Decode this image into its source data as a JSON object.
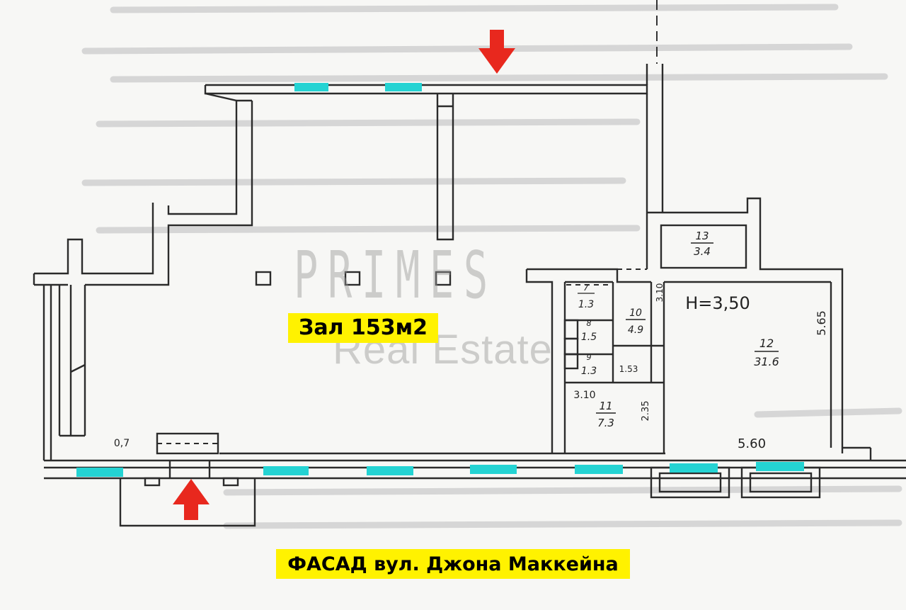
{
  "labels": {
    "hall": "Зал 153м2",
    "facade": "ФАСАД вул. Джона Маккейна"
  },
  "watermark": {
    "brand": "PRIMES",
    "sub": "Real Estate"
  },
  "rooms": [
    {
      "num": "13",
      "area": "3.4"
    },
    {
      "num": "12",
      "area": "31.6"
    },
    {
      "num": "11",
      "area": "7.3"
    },
    {
      "num": "10",
      "area": "4.9"
    },
    {
      "num": "7",
      "area": "1.3"
    },
    {
      "num": "8",
      "area": "1.5"
    },
    {
      "num": "9",
      "area": "1.3"
    }
  ],
  "dimensions": {
    "ceiling": "H=3,50",
    "d_565": "5.65",
    "d_560": "5.60",
    "d_310a": "3.10",
    "d_310b": "3.10",
    "d_153": "1.53",
    "d_235": "2.35",
    "d_07": "0,7"
  },
  "colors": {
    "line": "#2b2b2b",
    "window": "#24d3d3",
    "arrow": "#e8281e",
    "highlight": "#fff200"
  }
}
